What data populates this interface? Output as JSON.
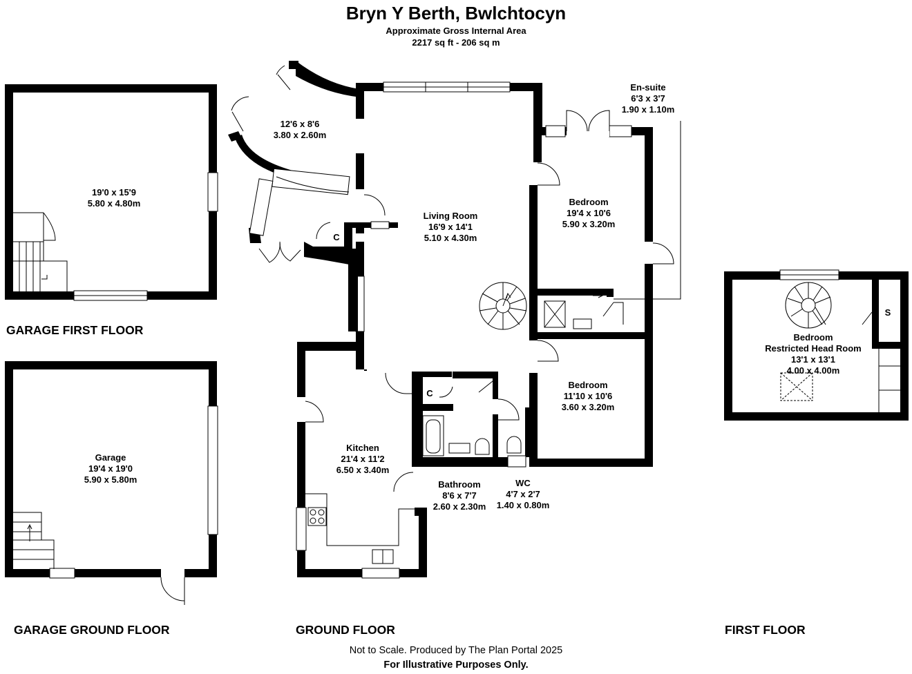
{
  "header": {
    "title": "Bryn Y Berth, Bwlchtocyn",
    "subtitle": "Approximate Gross Internal Area",
    "area": "2217 sq ft - 206 sq m"
  },
  "footer": {
    "note": "Not to Scale. Produced by The Plan Portal 2025",
    "disclaimer": "For Illustrative Purposes Only."
  },
  "floors": {
    "garage_first": "GARAGE FIRST FLOOR",
    "garage_ground": "GARAGE GROUND FLOOR",
    "ground": "GROUND FLOOR",
    "first": "FIRST FLOOR"
  },
  "rooms": {
    "garage_upper": {
      "imperial": "19'0 x 15'9",
      "metric": "5.80 x 4.80m"
    },
    "garage": {
      "name": "Garage",
      "imperial": "19'4 x 19'0",
      "metric": "5.90 x 5.80m"
    },
    "porch": {
      "imperial": "12'6 x 8'6",
      "metric": "3.80 x 2.60m"
    },
    "living": {
      "name": "Living Room",
      "imperial": "16'9 x 14'1",
      "metric": "5.10 x 4.30m"
    },
    "bedroom1": {
      "name": "Bedroom",
      "imperial": "19'4 x 10'6",
      "metric": "5.90 x 3.20m"
    },
    "ensuite": {
      "name": "En-suite",
      "imperial": "6'3 x 3'7",
      "metric": "1.90 x 1.10m"
    },
    "bedroom2": {
      "name": "Bedroom",
      "imperial": "11'10 x 10'6",
      "metric": "3.60 x 3.20m"
    },
    "kitchen": {
      "name": "Kitchen",
      "imperial": "21'4 x 11'2",
      "metric": "6.50 x 3.40m"
    },
    "bathroom": {
      "name": "Bathroom",
      "imperial": "8'6 x 7'7",
      "metric": "2.60 x 2.30m"
    },
    "wc": {
      "name": "WC",
      "imperial": "4'7 x 2'7",
      "metric": "1.40 x 0.80m"
    },
    "bedroom3": {
      "name": "Bedroom",
      "note": "Restricted Head Room",
      "imperial": "13'1 x 13'1",
      "metric": "4.00 x 4.00m"
    }
  },
  "small_labels": {
    "cupboard": "C",
    "storage": "S"
  }
}
